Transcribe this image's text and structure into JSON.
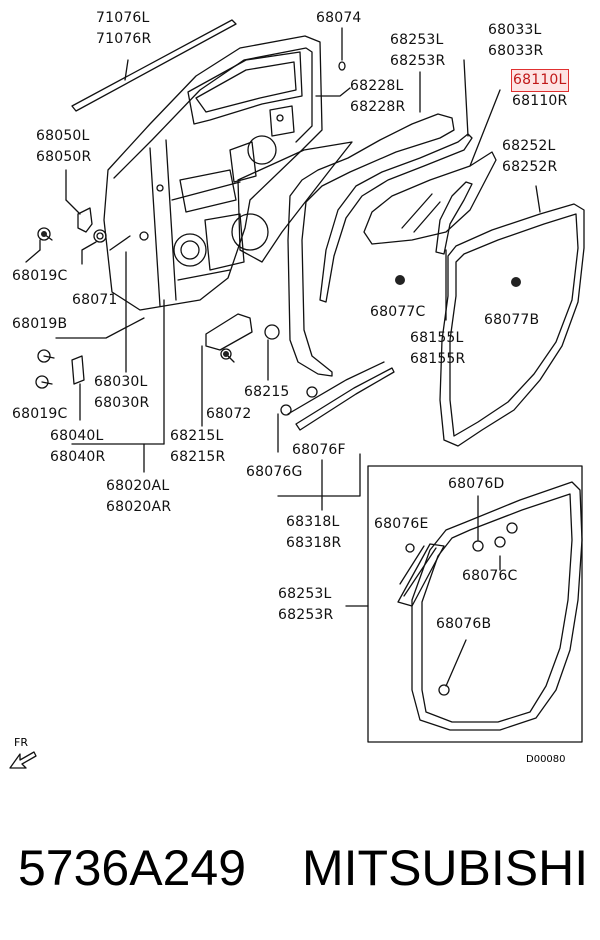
{
  "labels": {
    "p71076": [
      "71076L",
      "71076R"
    ],
    "p68074": [
      "68074"
    ],
    "p68253_top": [
      "68253L",
      "68253R"
    ],
    "p68033": [
      "68033L",
      "68033R"
    ],
    "p68110": [
      "68110L",
      "68110R"
    ],
    "p68228": [
      "68228L",
      "68228R"
    ],
    "p68050": [
      "68050L",
      "68050R"
    ],
    "p68252": [
      "68252L",
      "68252R"
    ],
    "p68019C_top": [
      "68019C"
    ],
    "p68071": [
      "68071"
    ],
    "p68077C": [
      "68077C"
    ],
    "p68077B": [
      "68077B"
    ],
    "p68019B": [
      "68019B"
    ],
    "p68155": [
      "68155L",
      "68155R"
    ],
    "p68030": [
      "68030L",
      "68030R"
    ],
    "p68215": [
      "68215"
    ],
    "p68072": [
      "68072"
    ],
    "p68019C_bottom": [
      "68019C"
    ],
    "p68040": [
      "68040L",
      "68040R"
    ],
    "p68215LR": [
      "68215L",
      "68215R"
    ],
    "p68076F": [
      "68076F"
    ],
    "p68076G": [
      "68076G"
    ],
    "p68020A": [
      "68020AL",
      "68020AR"
    ],
    "p68318": [
      "68318L",
      "68318R"
    ],
    "p68076D": [
      "68076D"
    ],
    "p68076E": [
      "68076E"
    ],
    "p68076C": [
      "68076C"
    ],
    "p68253_bottom": [
      "68253L",
      "68253R"
    ],
    "p68076B": [
      "68076B"
    ]
  },
  "direction_label": "FR",
  "diagram_code": "D00080",
  "footer": {
    "part_number": "5736A249",
    "brand": "MITSUBISHI"
  },
  "colors": {
    "highlight_border": "#e03030",
    "highlight_fill": "#fde4e4"
  }
}
